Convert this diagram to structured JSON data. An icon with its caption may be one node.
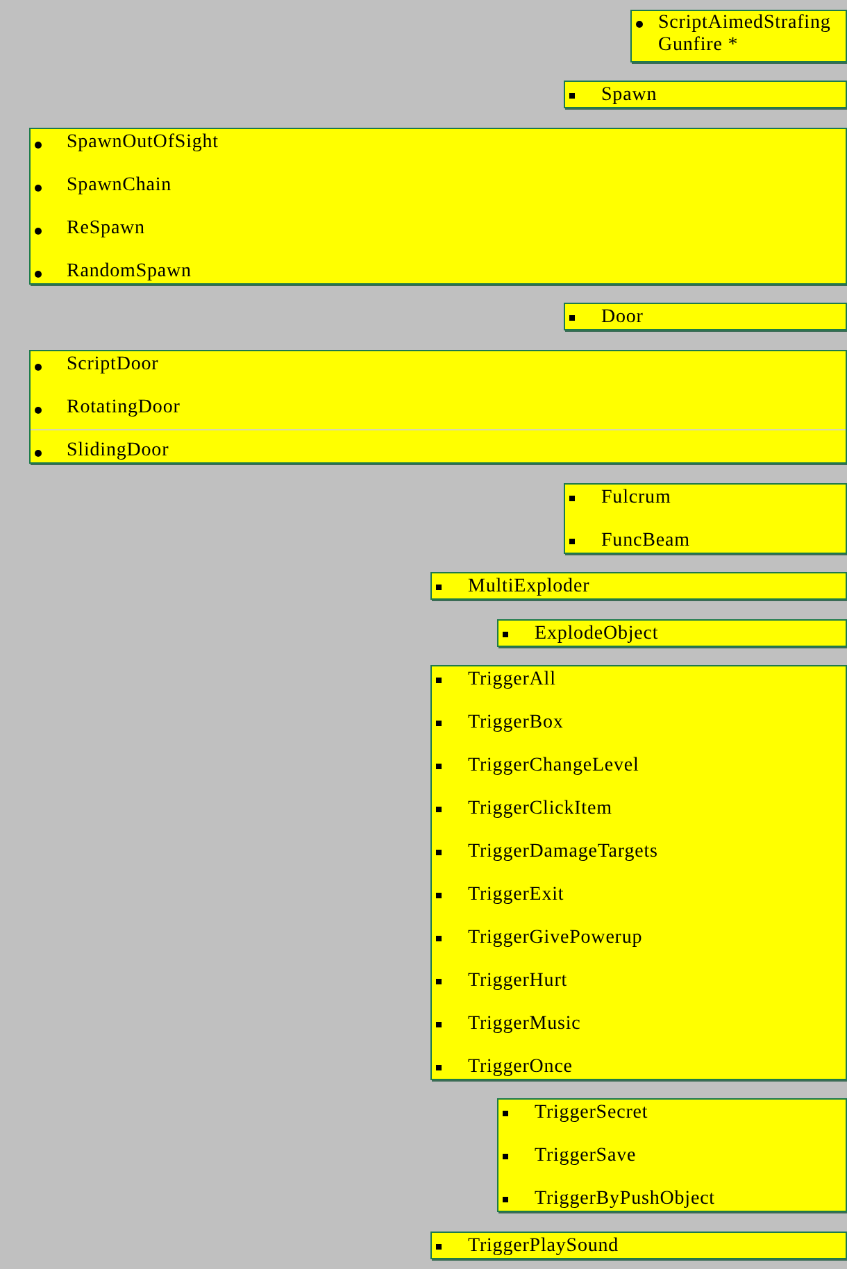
{
  "diagram": {
    "nodes": [
      {
        "text": [
          "ScriptAimedStrafing Gunfire *"
        ]
      },
      {
        "text": [
          "Spawn"
        ]
      },
      {
        "text": [
          "SpawnOutOfSight",
          "SpawnChain",
          "ReSpawn",
          "RandomSpawn"
        ]
      },
      {
        "text": [
          "Door"
        ]
      },
      {
        "text": [
          "ScriptDoor",
          "RotatingDoor",
          "SlidingDoor"
        ]
      },
      {
        "text": [
          "Fulcrum",
          "FuncBeam"
        ]
      },
      {
        "text": [
          "MultiExploder"
        ]
      },
      {
        "text": [
          "ExplodeObject"
        ]
      },
      {
        "text": [
          "TriggerAll",
          "TriggerBox",
          "TriggerChangeLevel",
          "TriggerClickItem",
          "TriggerDamageTargets",
          "TriggerExit",
          "TriggerGivePowerup",
          "TriggerHurt",
          "TriggerMusic",
          "TriggerOnce"
        ]
      },
      {
        "text": [
          "TriggerSecret",
          "TriggerSave",
          "TriggerByPushObject"
        ]
      },
      {
        "text": [
          "TriggerPlaySound"
        ]
      }
    ]
  }
}
